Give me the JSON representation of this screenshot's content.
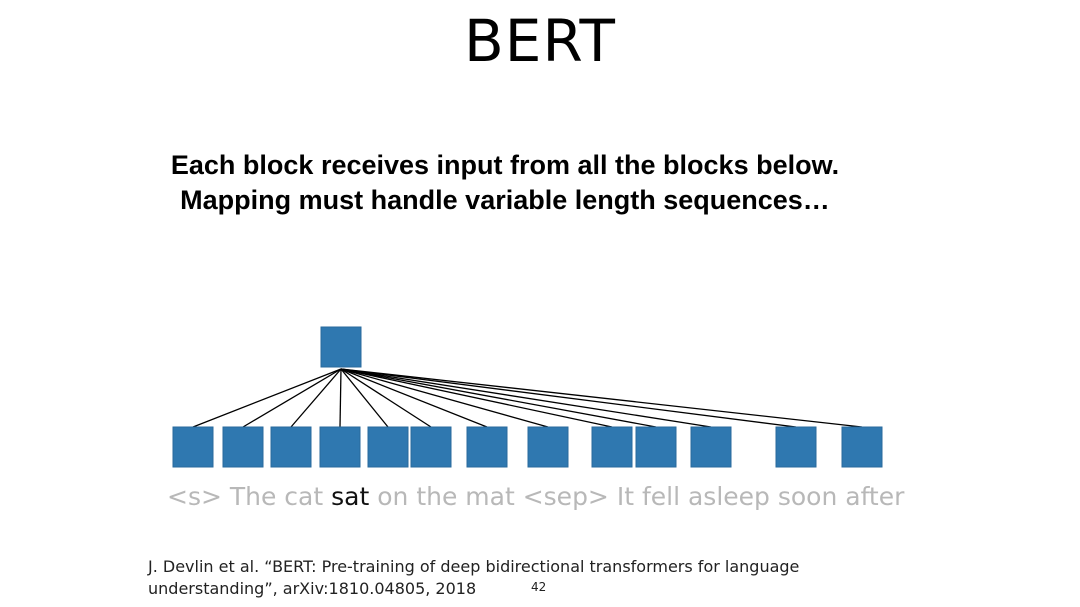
{
  "slide": {
    "title": "BERT",
    "subtitle_line1": "Each block receives input from all the blocks below.",
    "subtitle_line2": "Mapping must handle variable length sequences…",
    "tokens": {
      "before": "<s> The cat ",
      "highlight": "sat",
      "after": " on the mat <sep> It fell asleep soon after"
    },
    "citation": "J. Devlin et al. “BERT: Pre-training of deep bidirectional transformers for language understanding”, arXiv:1810.04805, 2018",
    "page_number": "42"
  },
  "colors": {
    "block_fill": "#2f78b0",
    "block_edge": "#2a6a9c",
    "line": "#000000",
    "token_dim": "#b8b8b8",
    "token_highlight": "#111111"
  }
}
